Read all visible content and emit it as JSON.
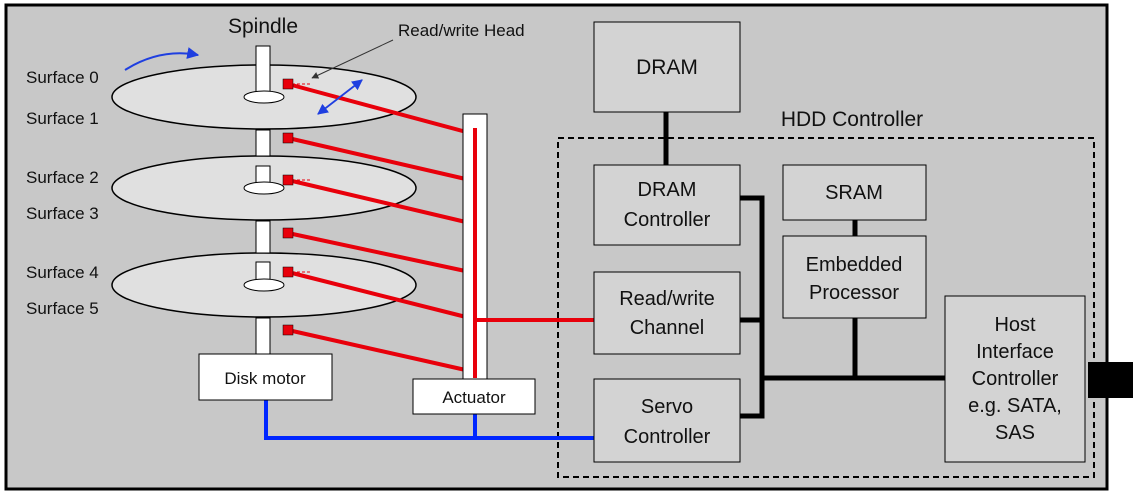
{
  "labels": {
    "spindle": "Spindle",
    "head": "Read/write Head",
    "surface0": "Surface 0",
    "surface1": "Surface 1",
    "surface2": "Surface 2",
    "surface3": "Surface 3",
    "surface4": "Surface 4",
    "surface5": "Surface 5",
    "disk_motor": "Disk motor",
    "actuator": "Actuator",
    "dram": "DRAM",
    "hdd_controller": "HDD Controller",
    "dram_controller": [
      "DRAM",
      "Controller"
    ],
    "sram": "SRAM",
    "embedded_processor": [
      "Embedded",
      "Processor"
    ],
    "rw_channel": [
      "Read/write",
      "Channel"
    ],
    "servo_controller": [
      "Servo",
      "Controller"
    ],
    "host_interface": [
      "Host",
      "Interface",
      "Controller",
      "e.g. SATA,",
      "SAS"
    ]
  },
  "colors": {
    "background": "#c8c8c8",
    "box_fill": "#d3d3d3",
    "platter_fill": "#e0e0e0",
    "head_red": "#e8000b",
    "motor_blue": "#0026ff",
    "arrow_blue": "#1f3fe0",
    "bus_black": "#000000"
  }
}
